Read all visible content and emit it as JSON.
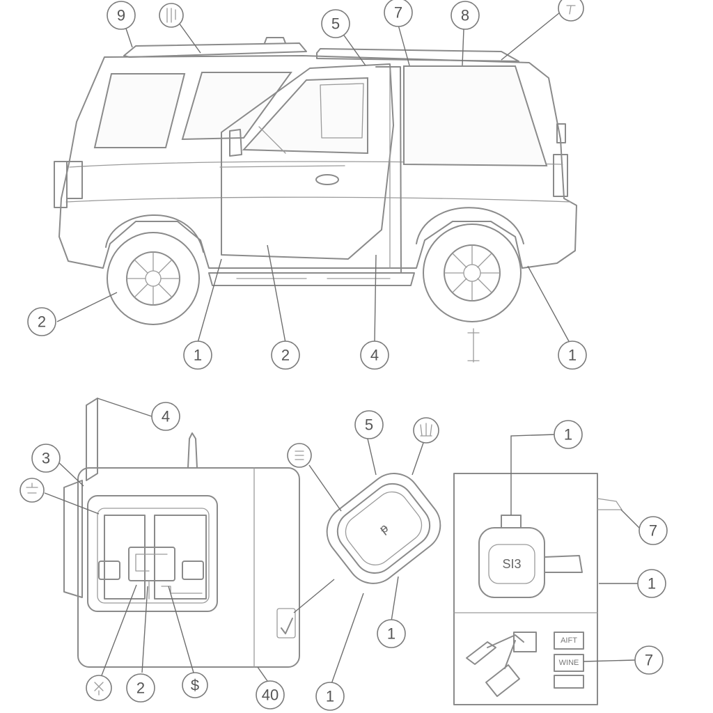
{
  "callouts": {
    "top_1": "9",
    "top_2": "",
    "top_3": "5",
    "top_4": "7",
    "top_5": "8",
    "top_6": "",
    "side_left_2": "2",
    "bottom_1a": "1",
    "bottom_2": "2",
    "bottom_4": "4",
    "bottom_1b": "1",
    "dash_4": "4",
    "dash_3": "3",
    "dash_2": "2",
    "dash_40": "40",
    "dash_dollar": "$",
    "fob_5": "5",
    "fob_1a": "1",
    "fob_1b": "1",
    "port_1a": "1",
    "port_7a": "7",
    "port_1b": "1",
    "port_7b": "7"
  },
  "labels": {
    "obd_port": "SI3",
    "box_aft": "AIFT",
    "box_wire": "WINE"
  },
  "icons": [
    "wrench-icon",
    "key-icon",
    "wiring-icon",
    "check-icon",
    "antenna-icon",
    "signal-icon",
    "battery-icon"
  ]
}
